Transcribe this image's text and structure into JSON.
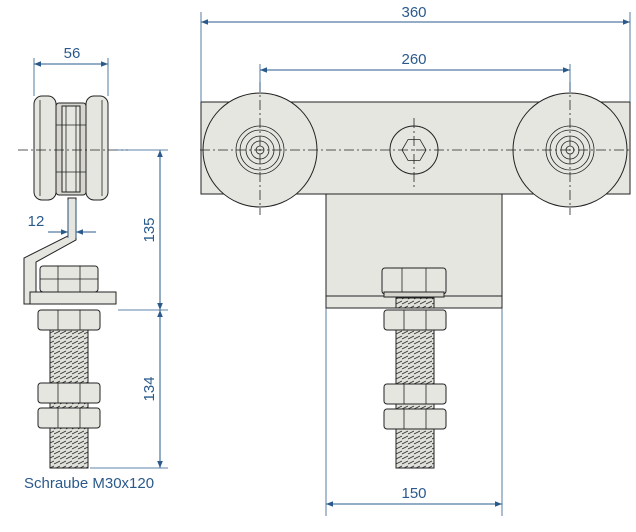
{
  "dimensions": {
    "side_width": "56",
    "side_offset": "12",
    "side_upper_height": "135",
    "side_lower_height": "134",
    "front_overall_width": "360",
    "front_wheel_spacing": "260",
    "front_base_width": "150"
  },
  "caption": "Schraube M30x120",
  "colors": {
    "dimension_line": "#2a5a8c",
    "part_fill": "#e6e6e1",
    "outline": "#222222"
  }
}
